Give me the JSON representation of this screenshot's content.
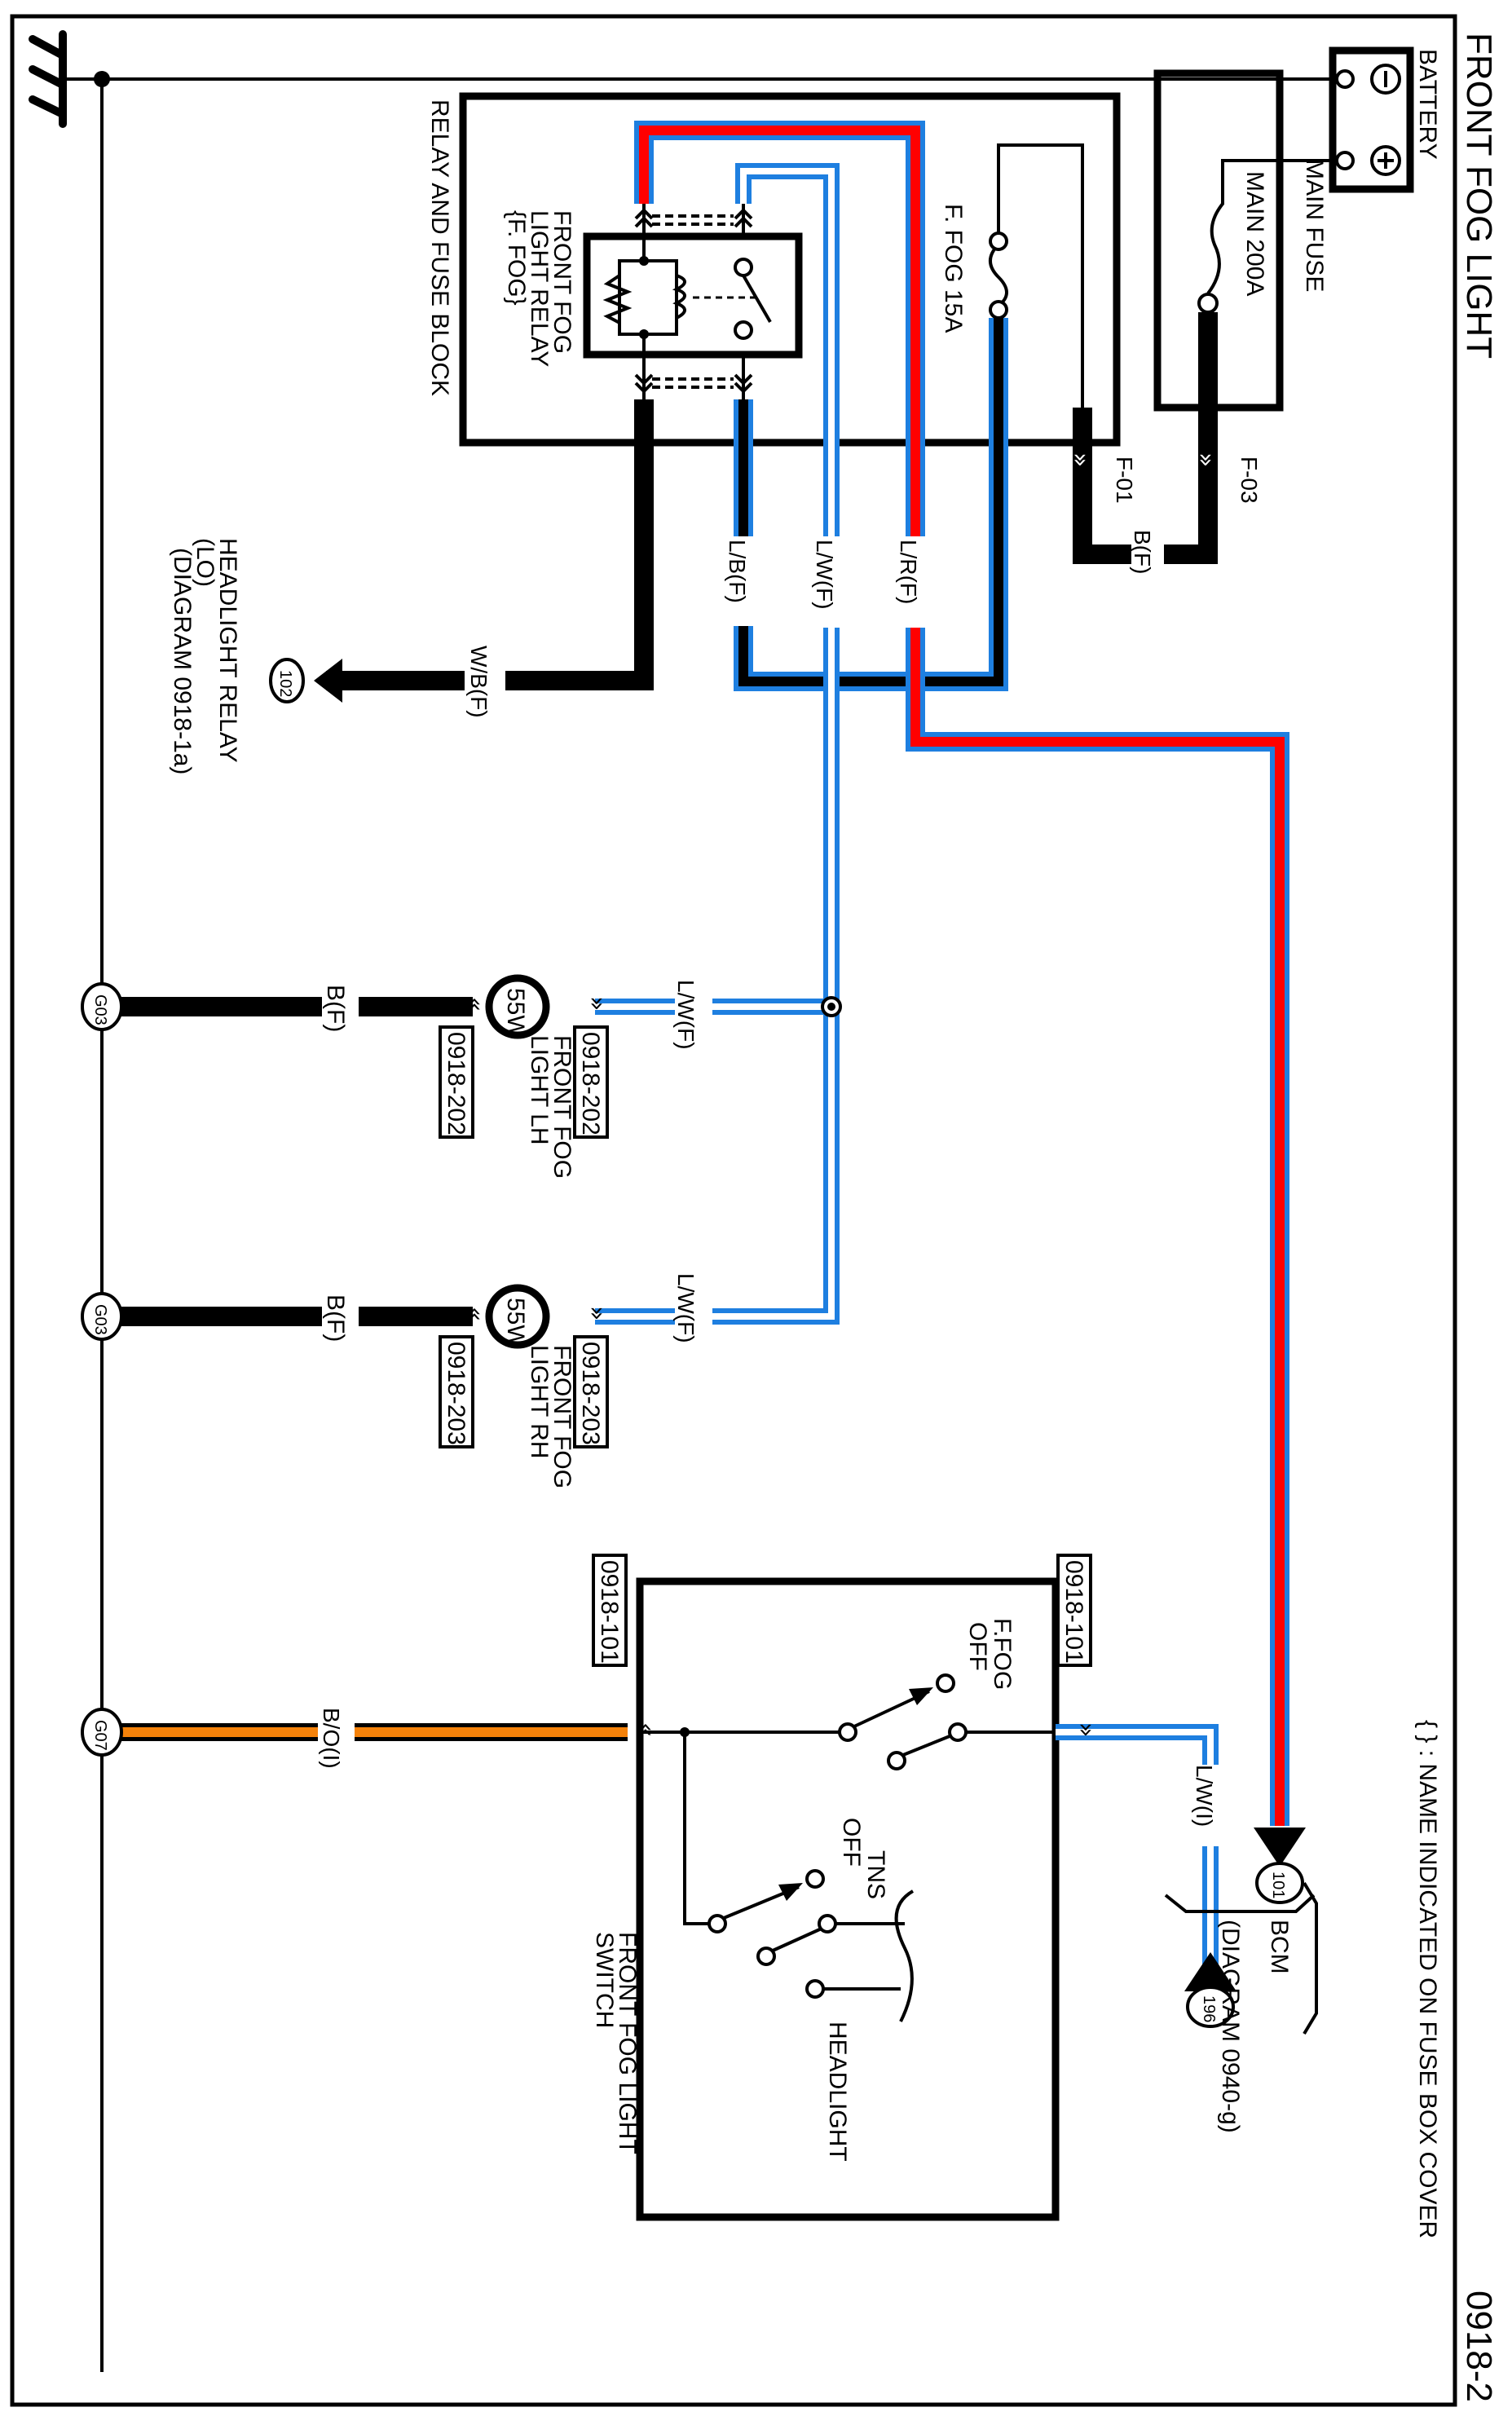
{
  "diagram": {
    "title": "FRONT FOG LIGHT",
    "page_number": "0918-2",
    "note": "{ } : NAME INDICATED ON FUSE BOX COVER",
    "colors": {
      "blue": "#1E7FE0",
      "red": "#FF0000",
      "black": "#000000",
      "orange": "#F5820A"
    },
    "components": {
      "battery": {
        "label": "BATTERY",
        "neg_symbol": "⊖",
        "pos_symbol": "⊕"
      },
      "main_fuse": {
        "label": "MAIN FUSE",
        "rating": "MAIN 200A"
      },
      "relay_fuse_block": {
        "label": "RELAY AND FUSE BLOCK"
      },
      "relay": {
        "line1": "FRONT FOG",
        "line2": "LIGHT RELAY",
        "line3": "{F. FOG}"
      },
      "fuse_ffog": {
        "label": "F. FOG 15A"
      },
      "fog_lh": {
        "wattage": "55W",
        "line1": "FRONT FOG",
        "line2": "LIGHT LH",
        "ref_top": "0918-202",
        "ref_bottom": "0918-202"
      },
      "fog_rh": {
        "wattage": "55W",
        "line1": "FRONT FOG",
        "line2": "LIGHT RH",
        "ref_top": "0918-203",
        "ref_bottom": "0918-203"
      },
      "switch": {
        "line1": "FRONT FOG LIGHT",
        "line2": "SWITCH",
        "ref_top": "0918-101",
        "ref_bottom": "0918-101",
        "ffog_label": "F.FOG",
        "ffog_off": "OFF",
        "tns_label": "TNS",
        "tns_off": "OFF",
        "headlight_label": "HEADLIGHT"
      },
      "headlight_relay": {
        "line1": "HEADLIGHT RELAY",
        "line2": "(LO)",
        "line3": "(DIAGRAM 0918-1a)",
        "terminal": "102"
      },
      "bcm": {
        "label": "BCM",
        "ref": "(DIAGRAM 0940-g)",
        "terminal_a": "101",
        "terminal_b": "196"
      }
    },
    "connectors": {
      "f01": "F-01",
      "f03": "F-03"
    },
    "grounds": {
      "lh": "G03",
      "rh": "G03",
      "switch": "G07"
    },
    "wires": {
      "main_fuse_link": "B(F)",
      "lr": "L/R(F)",
      "lw": "L/W(F)",
      "lb": "L/B(F)",
      "wb": "W/B(F)",
      "lw_lh": "L/W(F)",
      "lw_rh": "L/W(F)",
      "b_lh": "B(F)",
      "b_rh": "B(F)",
      "bo": "B/O(I)",
      "lw_bcm": "L/W(I)"
    }
  }
}
